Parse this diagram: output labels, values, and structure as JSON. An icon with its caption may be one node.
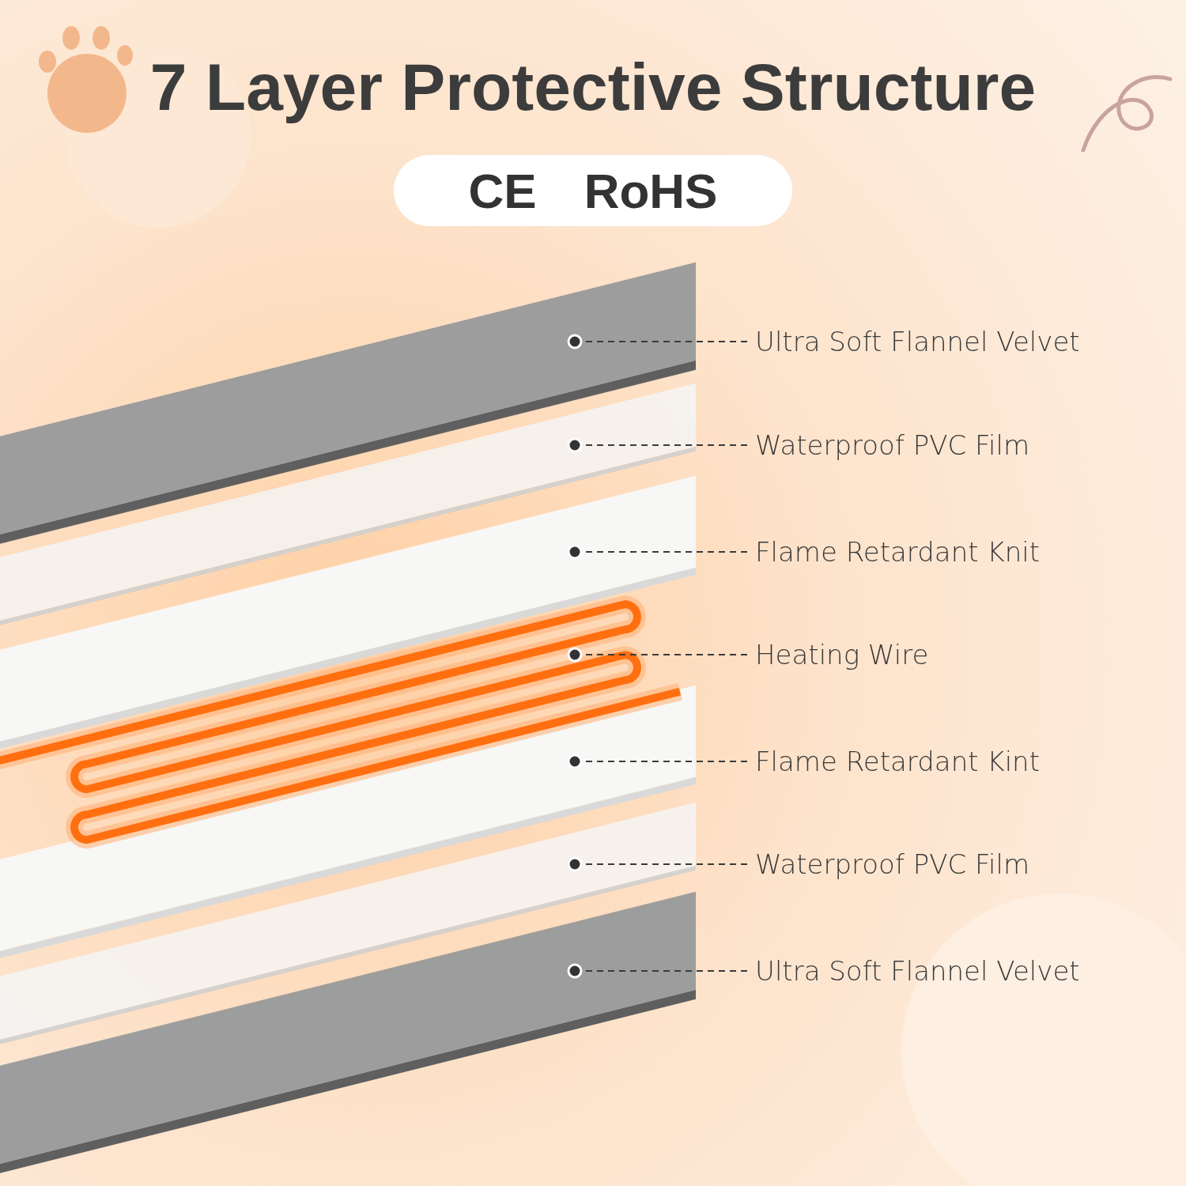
{
  "diagram": {
    "title": "7 Layer Protective Structure",
    "nodes": [
      {
        "text": [
          "Ultra Soft Flannel Velvet"
        ]
      },
      {
        "text": [
          "Waterproof PVC Film"
        ]
      },
      {
        "text": [
          "Flame Retardant Knit"
        ]
      },
      {
        "text": [
          "Heating Wire"
        ]
      },
      {
        "text": [
          "Flame Retardant Kint"
        ]
      },
      {
        "text": [
          "Waterproof PVC Film"
        ]
      },
      {
        "text": [
          "Ultra Soft Flannel Velvet"
        ]
      },
      {
        "text": [],
        "shape": "picture"
      },
      {
        "text": [],
        "shape": "picture"
      },
      {
        "text": [],
        "shape": "picture"
      },
      {
        "text": [],
        "shape": "picture"
      },
      {
        "text": [],
        "shape": "picture"
      },
      {
        "text": [],
        "shape": "picture"
      },
      {
        "text": [],
        "shape": "picture"
      }
    ],
    "edges": [
      {
        "from": 0,
        "to": 7,
        "arrow": "other",
        "style": "dashed"
      },
      {
        "from": 1,
        "to": 8,
        "arrow": "other",
        "style": "dashed"
      },
      {
        "from": 2,
        "to": 9,
        "arrow": "other",
        "style": "dashed"
      },
      {
        "from": 3,
        "to": 10,
        "arrow": "other",
        "style": "dashed"
      },
      {
        "from": 4,
        "to": 11,
        "arrow": "other",
        "style": "dashed"
      },
      {
        "from": 5,
        "to": 12,
        "arrow": "other",
        "style": "dashed"
      },
      {
        "from": 6,
        "to": 13,
        "arrow": "other",
        "style": "dashed"
      }
    ],
    "labels": [
      "CE",
      "RoHS"
    ]
  }
}
